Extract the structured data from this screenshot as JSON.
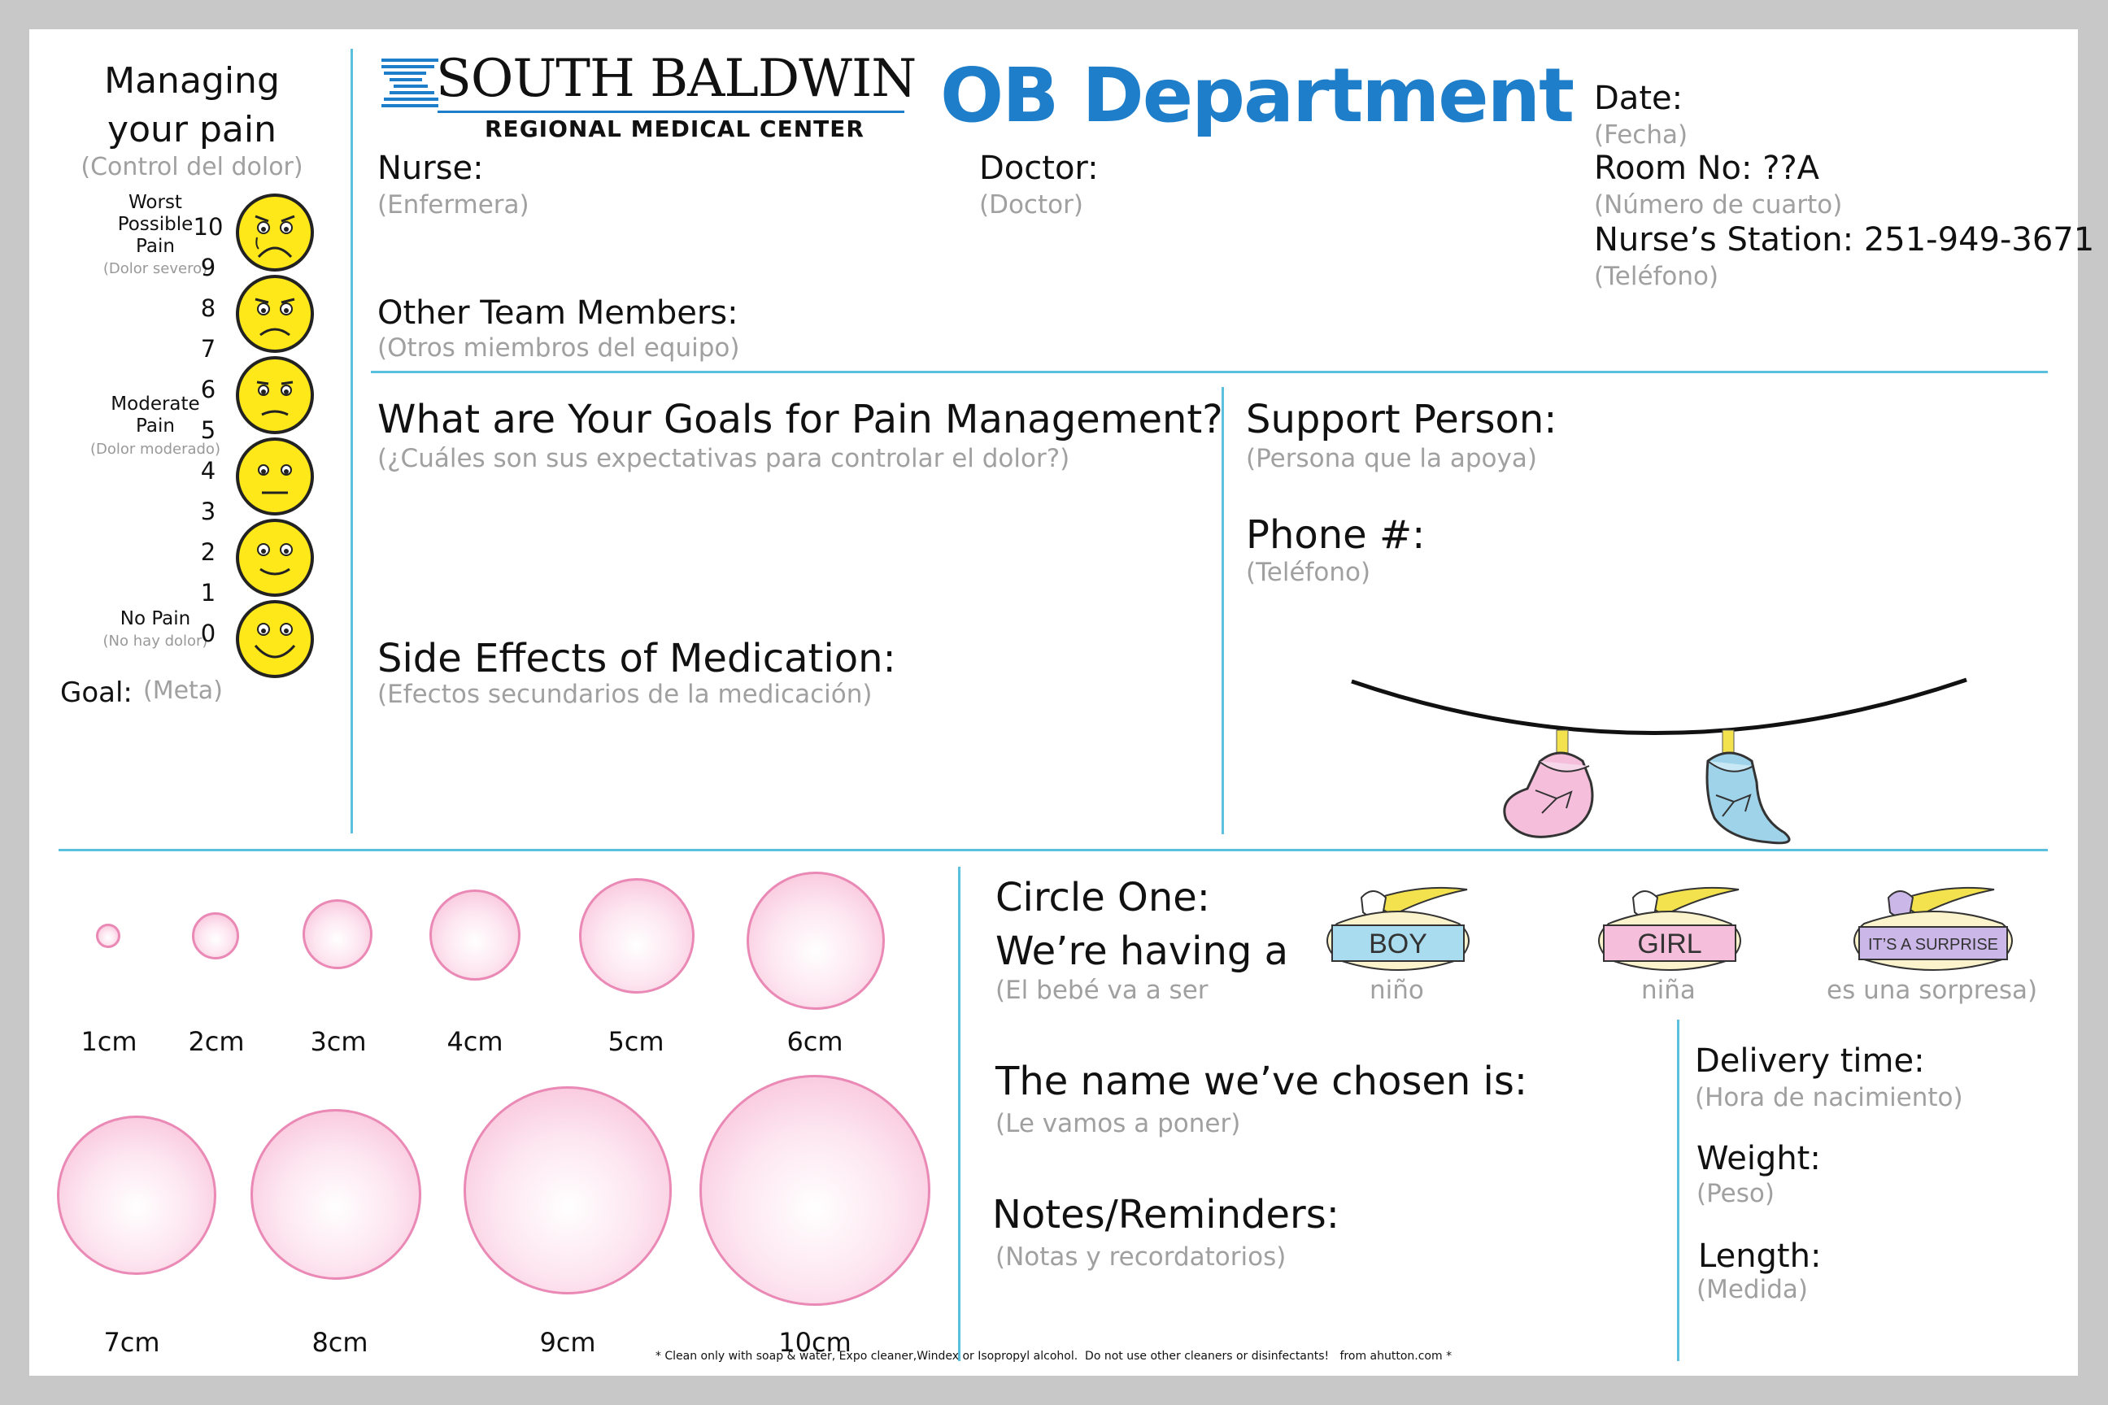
{
  "pain_scale": {
    "title_line1": "Managing",
    "title_line2": "your pain",
    "title_es": "(Control del dolor)",
    "worst_label": "Worst\nPossible\nPain",
    "worst_es": "(Dolor severo)",
    "moderate_label": "Moderate\nPain",
    "moderate_es": "(Dolor moderado)",
    "none_label": "No Pain",
    "none_es": "(No hay dolor)",
    "numbers": [
      "10",
      "9",
      "8",
      "7",
      "6",
      "5",
      "4",
      "3",
      "2",
      "1",
      "0"
    ],
    "goal_label": "Goal:",
    "goal_es": "(Meta)"
  },
  "header": {
    "logo_main": "SOUTH BALDWIN",
    "logo_sub": "REGIONAL MEDICAL CENTER",
    "title": "OB Department",
    "title_color": "#1f7ec9"
  },
  "fields": {
    "nurse": "Nurse:",
    "nurse_es": "(Enfermera)",
    "doctor": "Doctor:",
    "doctor_es": "(Doctor)",
    "other_team": "Other Team Members:",
    "other_team_es": "(Otros miembros del equipo)",
    "date": "Date:",
    "date_es": "(Fecha)",
    "room": "Room No: ??A",
    "room_es": "(Número de cuarto)",
    "station": "Nurse’s Station: 251-949-3671",
    "station_es": "(Teléfono)"
  },
  "goals": {
    "title": "What are Your Goals for Pain Management?",
    "title_es": "(¿Cuáles son sus expectativas para controlar el dolor?)",
    "side_effects": "Side Effects of Medication:",
    "side_effects_es": "(Efectos secundarios de la medicación)"
  },
  "support": {
    "person": "Support Person:",
    "person_es": "(Persona que la apoya)",
    "phone": "Phone #:",
    "phone_es": "(Teléfono)"
  },
  "dilation": {
    "labels": [
      "1cm",
      "2cm",
      "3cm",
      "4cm",
      "5cm",
      "6cm",
      "7cm",
      "8cm",
      "9cm",
      "10cm"
    ]
  },
  "baby": {
    "circle_one": "Circle One:",
    "having": "We’re having a",
    "having_es": "(El bebé va a ser",
    "boy": "BOY",
    "boy_es": "niño",
    "girl": "GIRL",
    "girl_es": "niña",
    "surprise": "IT’S A SURPRISE",
    "surprise_es": "es una sorpresa)",
    "name": "The name we’ve chosen is:",
    "name_es": "(Le vamos a poner)",
    "notes": "Notes/Reminders:",
    "notes_es": "(Notas y recordatorios)",
    "delivery": "Delivery time:",
    "delivery_es": "(Hora de nacimiento)",
    "weight": "Weight:",
    "weight_es": "(Peso)",
    "length": "Length:",
    "length_es": "(Medida)"
  },
  "footer": "* Clean only with soap & water, Expo cleaner,Windex or Isopropyl alcohol.  Do not use other cleaners or disinfectants!   from ahutton.com *",
  "colors": {
    "accent_line": "#5bc0de",
    "dilation_pink": "#ea89b5",
    "face_yellow": "#ffe81a"
  }
}
